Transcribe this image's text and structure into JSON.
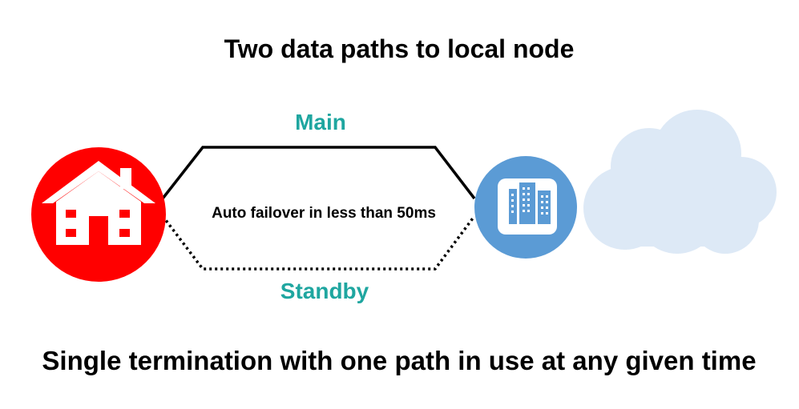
{
  "title": "Two data paths to local node",
  "paths": {
    "main_label": "Main",
    "standby_label": "Standby",
    "failover_note": "Auto failover in less than 50ms"
  },
  "nodes": {
    "home_icon": "house-icon",
    "local_node_icon": "office-building-icon",
    "cloud_icon": "cloud-icon"
  },
  "footer": "Single termination with one path in use at any given time",
  "colors": {
    "home": "#ff0000",
    "local_node": "#5b9bd5",
    "cloud": "#dde9f6",
    "path_label": "#1fa6a0",
    "text": "#000000"
  }
}
